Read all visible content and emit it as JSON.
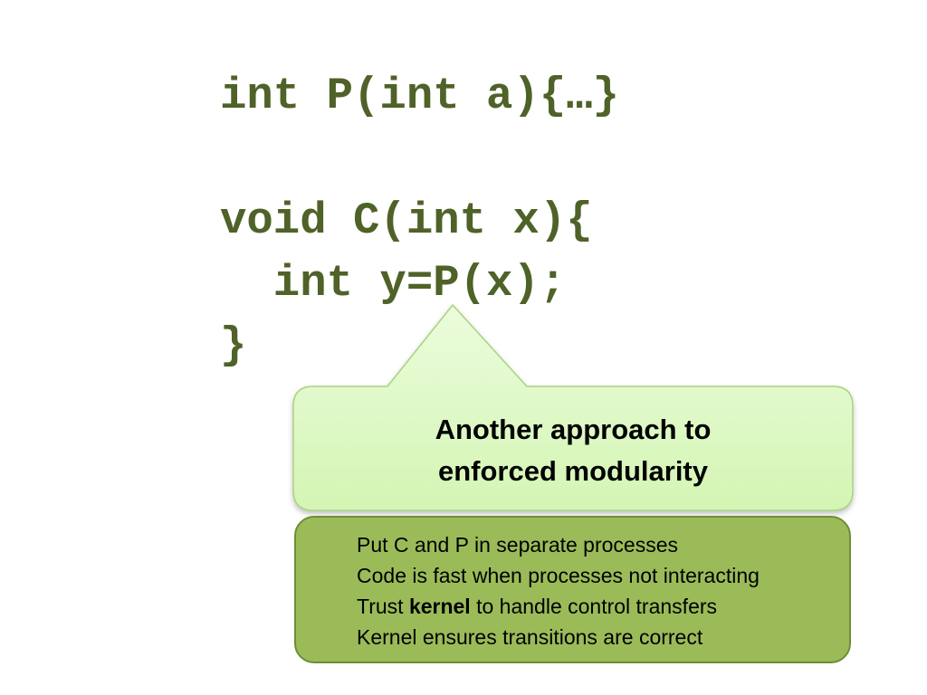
{
  "code": {
    "lines": [
      "int P(int a){…}",
      "",
      "void C(int x){",
      "  int y=P(x);",
      "}"
    ],
    "color": "#4f6228"
  },
  "callout": {
    "lines": [
      "Another approach to",
      "enforced modularity"
    ],
    "fill_top": "#ebfcdc",
    "fill_bottom": "#d4f5b4",
    "border_color": "#a8d37f"
  },
  "details": {
    "items": [
      {
        "text": "Put C and P in separate processes"
      },
      {
        "text": "Code is fast when processes not interacting"
      },
      {
        "before": "Trust ",
        "bold": "kernel",
        "after": " to handle control transfers"
      },
      {
        "text": "Kernel ensures transitions are correct"
      }
    ],
    "fill_color": "#9bbb59",
    "border_color": "#6b8f33"
  }
}
